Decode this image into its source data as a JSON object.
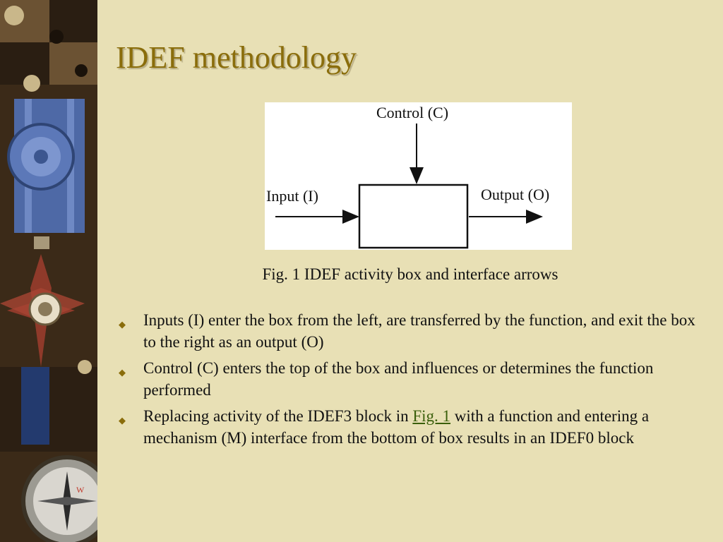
{
  "slide": {
    "title": "IDEF methodology",
    "figure": {
      "control_label": "Control (C)",
      "input_label": "Input (I)",
      "output_label": "Output (O)",
      "caption": "Fig. 1 IDEF activity box and interface arrows"
    },
    "bullets": [
      {
        "text": "Inputs (I) enter the box from the left, are transferred by the function, and exit the box to the right as an output (O)"
      },
      {
        "text": "Control (C) enters the top of the box and influences or determines the function performed"
      },
      {
        "text_before": "Replacing activity of the IDEF3 block in ",
        "link": "Fig. 1",
        "text_after": " with a function and entering a mechanism (M) interface from the bottom of box results in an IDEF0 block"
      }
    ],
    "bullet_symbol": "◆",
    "colors": {
      "background": "#e8e0b5",
      "title": "#8a6d0b",
      "link": "#3a5f0b"
    }
  }
}
